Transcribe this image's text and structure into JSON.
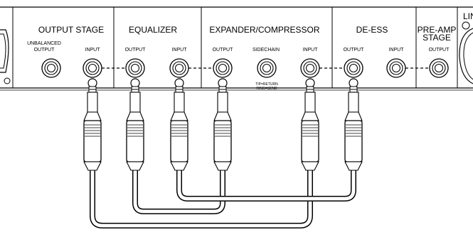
{
  "sections": {
    "output_stage": "OUTPUT STAGE",
    "equalizer": "EQUALIZER",
    "expander_compressor": "EXPANDER/COMPRESSOR",
    "de_ess": "DE-ESS",
    "pre_amp_line1": "PRE-AMP",
    "pre_amp_line2": "STAGE",
    "line_fragment": "LIN"
  },
  "jacks": {
    "unbalanced_line1": "UNBALANCED",
    "unbalanced_line2": "OUTPUT",
    "output_stage_input": "INPUT",
    "equalizer_output": "OUTPUT",
    "equalizer_input": "INPUT",
    "expander_output": "OUTPUT",
    "sidechain": "SIDECHAIN",
    "expander_input": "INPUT",
    "de_ess_output": "OUTPUT",
    "de_ess_input": "INPUT",
    "pre_amp_output": "OUTPUT"
  },
  "sidechain_note": {
    "line1": "TIP=RETURN",
    "line2": "RING=SEND"
  }
}
